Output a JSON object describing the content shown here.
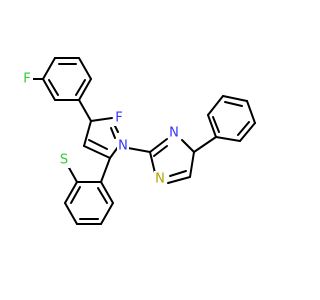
{
  "colors": {
    "bond": "#000000",
    "N": "#3333ff",
    "F": "#33cc33",
    "S": "#b2a100",
    "background": "#ffffff"
  },
  "atoms": [
    {
      "id": "F1",
      "label": "F",
      "element": "F"
    },
    {
      "id": "F2",
      "label": "F",
      "element": "F"
    },
    {
      "id": "N1",
      "label": "N",
      "element": "N"
    },
    {
      "id": "N2",
      "label": "N",
      "element": "N"
    },
    {
      "id": "N3",
      "label": "N",
      "element": "N"
    },
    {
      "id": "S1",
      "label": "S",
      "element": "S"
    }
  ]
}
